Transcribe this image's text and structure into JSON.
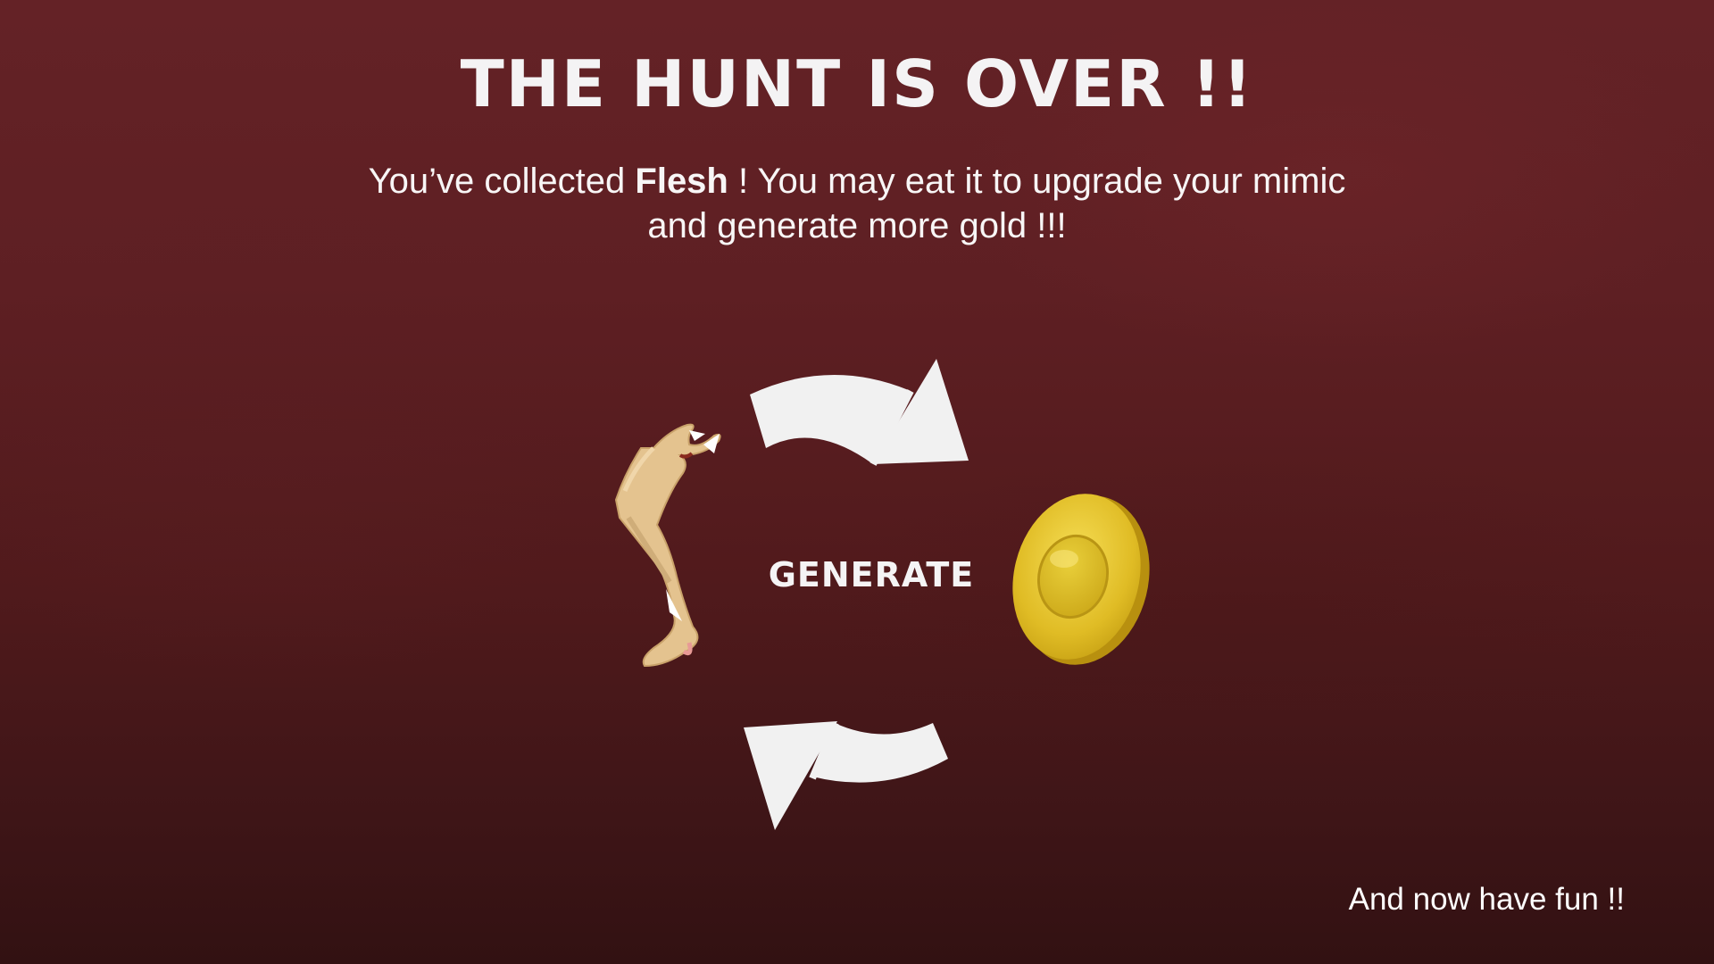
{
  "screen": {
    "title": "THE HUNT IS OVER !!",
    "message": {
      "prefix": "You’ve collected ",
      "item_name": "Flesh",
      "suffix": " ! You may eat it to upgrade your mimic and generate more gold !!!"
    },
    "cycle": {
      "center_label": "GENERATE",
      "left_item_icon": "flesh-leg-icon",
      "right_item_icon": "gold-coin-icon"
    },
    "footer_note": "And now have fun !!"
  },
  "colors": {
    "background_top": "#642226",
    "background_bottom": "#321112",
    "text": "#f4f3f4",
    "arrow": "#f1f1f1",
    "coin": "#e3c22c",
    "flesh": "#e4c38f"
  }
}
